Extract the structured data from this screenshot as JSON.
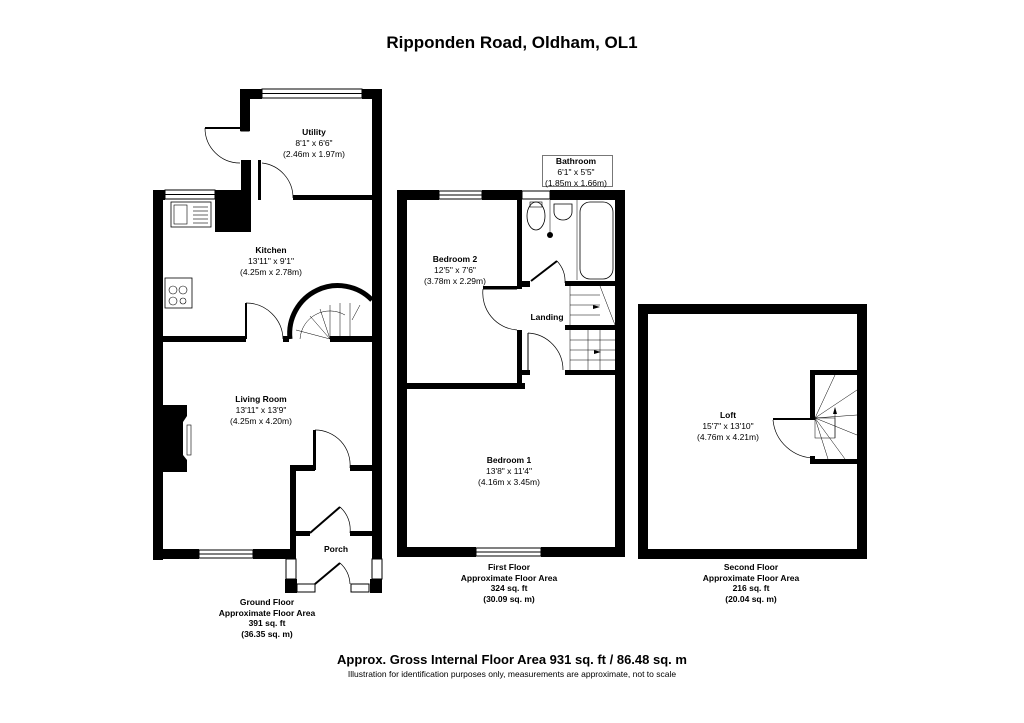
{
  "header": {
    "title": "Ripponden Road, Oldham, OL1"
  },
  "rooms": {
    "utility": {
      "name": "Utility",
      "imperial": "8'1\" x 6'6\"",
      "metric": "(2.46m x 1.97m)"
    },
    "kitchen": {
      "name": "Kitchen",
      "imperial": "13'11\" x 9'1\"",
      "metric": "(4.25m x 2.78m)"
    },
    "living_room": {
      "name": "Living Room",
      "imperial": "13'11\" x 13'9\"",
      "metric": "(4.25m x 4.20m)"
    },
    "porch": {
      "name": "Porch"
    },
    "bathroom": {
      "name": "Bathroom",
      "imperial": "6'1\" x 5'5\"",
      "metric": "(1.85m x 1.66m)"
    },
    "bedroom2": {
      "name": "Bedroom 2",
      "imperial": "12'5\" x 7'6\"",
      "metric": "(3.78m x 2.29m)"
    },
    "landing": {
      "name": "Landing"
    },
    "bedroom1": {
      "name": "Bedroom 1",
      "imperial": "13'8\" x 11'4\"",
      "metric": "(4.16m x 3.45m)"
    },
    "loft": {
      "name": "Loft",
      "imperial": "15'7\" x 13'10\"",
      "metric": "(4.76m x 4.21m)"
    }
  },
  "floors": {
    "ground": {
      "name": "Ground Floor",
      "caption": "Approximate Floor Area",
      "sqft": "391 sq. ft",
      "sqm": "(36.35 sq. m)"
    },
    "first": {
      "name": "First Floor",
      "caption": "Approximate Floor Area",
      "sqft": "324 sq. ft",
      "sqm": "(30.09 sq. m)"
    },
    "second": {
      "name": "Second Floor",
      "caption": "Approximate Floor Area",
      "sqft": "216 sq. ft",
      "sqm": "(20.04 sq. m)"
    }
  },
  "footer": {
    "gross_area": "Approx. Gross Internal Floor Area 931 sq. ft / 86.48 sq. m",
    "disclaimer": "Illustration for identification purposes only, measurements are approximate, not to scale"
  },
  "colors": {
    "wall": "#000000",
    "fixture_line": "#555555",
    "background": "#ffffff"
  }
}
